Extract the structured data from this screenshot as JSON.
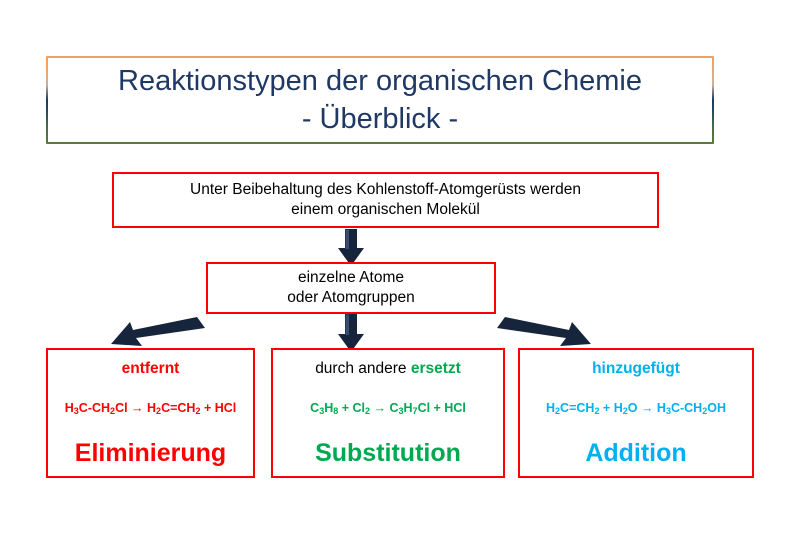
{
  "slide": {
    "title": "Reaktionstypen der organischen Chemie\n- Überblick -",
    "title_color": "#1F3864",
    "border_gradient": [
      "#F0A060",
      "#1F3864",
      "#5C7A38"
    ],
    "box_border_color": "#FF0000",
    "arrow_color": "#16243C"
  },
  "flow": {
    "premise": "Unter Beibehaltung des Kohlenstoff-Atomgerüsts werden\neinem organischen Molekül",
    "atoms": "einzelne Atome\noder Atomgruppen"
  },
  "outcomes": [
    {
      "id": "elimination",
      "heading_plain": "",
      "heading_accent": "entfernt",
      "equation": "H3C-CH2Cl → H2C=CH2 + HCl",
      "equation_parts": [
        {
          "t": "H",
          "sub": false
        },
        {
          "t": "3",
          "sub": true
        },
        {
          "t": "C-CH",
          "sub": false
        },
        {
          "t": "2",
          "sub": true
        },
        {
          "t": "Cl → H",
          "sub": false
        },
        {
          "t": "2",
          "sub": true
        },
        {
          "t": "C=CH",
          "sub": false
        },
        {
          "t": "2",
          "sub": true
        },
        {
          "t": " + HCl",
          "sub": false
        }
      ],
      "name": "Eliminierung",
      "color": "#FF0000"
    },
    {
      "id": "substitution",
      "heading_plain": "durch andere ",
      "heading_accent": "ersetzt",
      "equation": "C3H8 + Cl2 → C3H7Cl + HCl",
      "equation_parts": [
        {
          "t": "C",
          "sub": false
        },
        {
          "t": "3",
          "sub": true
        },
        {
          "t": "H",
          "sub": false
        },
        {
          "t": "8",
          "sub": true
        },
        {
          "t": " + Cl",
          "sub": false
        },
        {
          "t": "2",
          "sub": true
        },
        {
          "t": " → C",
          "sub": false
        },
        {
          "t": "3",
          "sub": true
        },
        {
          "t": "H",
          "sub": false
        },
        {
          "t": "7",
          "sub": true
        },
        {
          "t": "Cl + HCl",
          "sub": false
        }
      ],
      "name": "Substitution",
      "color": "#00A84F"
    },
    {
      "id": "addition",
      "heading_plain": "",
      "heading_accent": "hinzugefügt",
      "equation": "H2C=CH2 + H2O → H3C-CH2OH",
      "equation_parts": [
        {
          "t": "H",
          "sub": false
        },
        {
          "t": "2",
          "sub": true
        },
        {
          "t": "C=CH",
          "sub": false
        },
        {
          "t": "2",
          "sub": true
        },
        {
          "t": " + H",
          "sub": false
        },
        {
          "t": "2",
          "sub": true
        },
        {
          "t": "O → H",
          "sub": false
        },
        {
          "t": "3",
          "sub": true
        },
        {
          "t": "C-CH",
          "sub": false
        },
        {
          "t": "2",
          "sub": true
        },
        {
          "t": "OH",
          "sub": false
        }
      ],
      "name": "Addition",
      "color": "#00B0F0"
    }
  ],
  "arrows": [
    {
      "name": "arrow-premise-to-atoms",
      "direction": "down"
    },
    {
      "name": "arrow-atoms-to-elimination",
      "direction": "down-left"
    },
    {
      "name": "arrow-atoms-to-substitution",
      "direction": "down"
    },
    {
      "name": "arrow-atoms-to-addition",
      "direction": "down-right"
    }
  ]
}
